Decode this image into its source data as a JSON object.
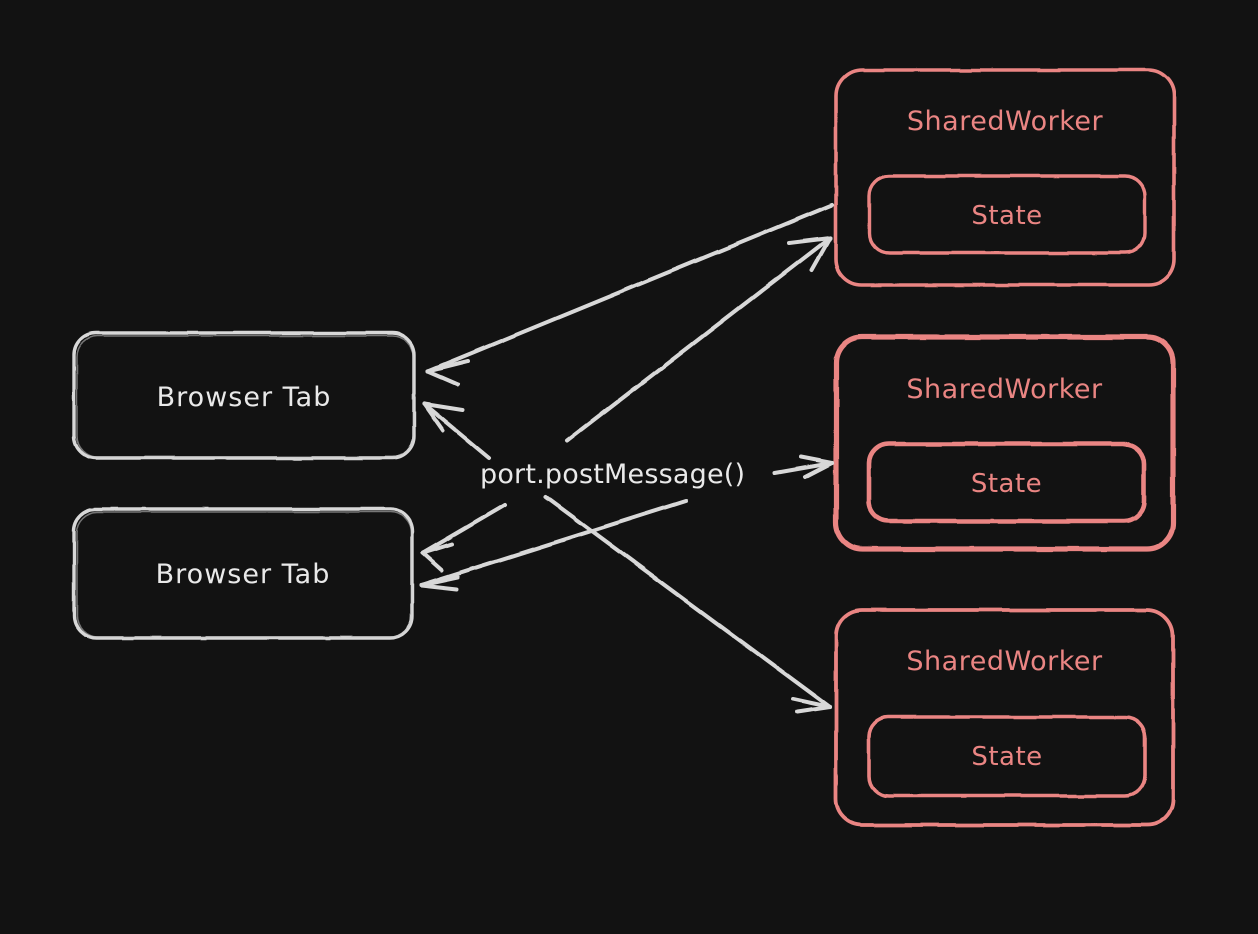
{
  "diagram": {
    "title": "SharedWorker message passing diagram",
    "background_color": "#121212",
    "accent_color": "#e8817e",
    "stroke_color": "#d8d8d8",
    "edge_label": "port.postMessage()",
    "tabs": [
      {
        "label": "Browser Tab"
      },
      {
        "label": "Browser Tab"
      }
    ],
    "workers": [
      {
        "label": "SharedWorker",
        "state_label": "State"
      },
      {
        "label": "SharedWorker",
        "state_label": "State"
      },
      {
        "label": "SharedWorker",
        "state_label": "State"
      }
    ]
  }
}
